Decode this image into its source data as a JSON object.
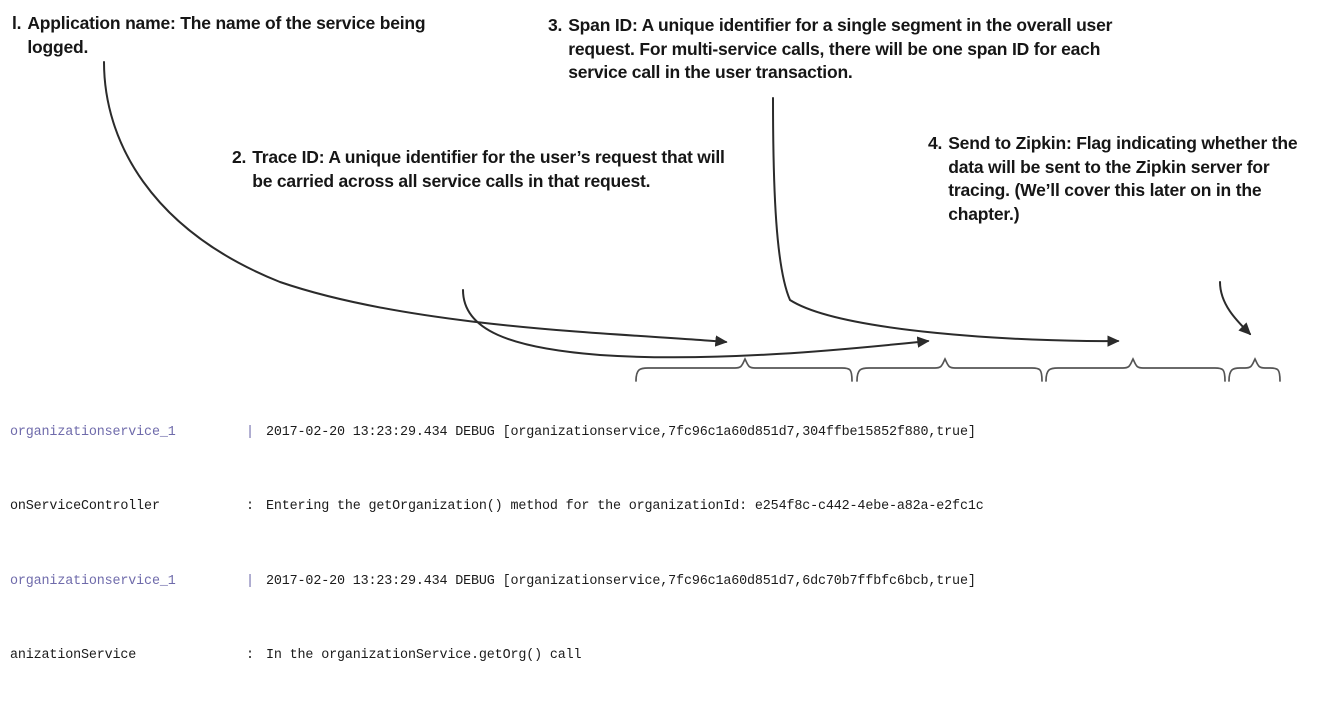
{
  "callouts": [
    {
      "id": 1,
      "number": "l.",
      "text": "Application name: The name of the service being logged."
    },
    {
      "id": 2,
      "number": "2.",
      "text": "Trace ID: A unique identifier for the user’s request that will be carried across all service calls in that request."
    },
    {
      "id": 3,
      "number": "3.",
      "text": "Span ID: A unique identifier for a single segment in the overall user request. For multi-service calls, there will be one span ID for each service call in the user transaction."
    },
    {
      "id": 4,
      "number": "4.",
      "text": "Send to Zipkin: Flag indicating whether the data will be sent to the Zipkin server for tracing. (We’ll cover this later on in the chapter.)"
    }
  ],
  "braces": [
    {
      "name": "application-name-brace",
      "label": "organizationservice"
    },
    {
      "name": "trace-id-brace",
      "label": "7fc96c1a60d851d7"
    },
    {
      "name": "span-id-brace",
      "label": "304ffbe15852f880"
    },
    {
      "name": "send-to-zipkin-brace",
      "label": "true"
    }
  ],
  "log": {
    "rows": [
      {
        "service": "organizationservice_1",
        "service_color": "purple",
        "separator": "|",
        "separator_color": "purple",
        "message": "2017-02-20 13:23:29.434 DEBUG [organizationservice,7fc96c1a60d851d7,304ffbe15852f880,true]"
      },
      {
        "service": "onServiceController",
        "service_color": "black",
        "separator": ":",
        "separator_color": "black",
        "message": "Entering the getOrganization() method for the organizationId: e254f8c-c442-4ebe-a82a-e2fc1c"
      },
      {
        "service": "organizationservice_1",
        "service_color": "purple",
        "separator": "|",
        "separator_color": "purple",
        "message": "2017-02-20 13:23:29.434 DEBUG [organizationservice,7fc96c1a60d851d7,6dc70b7ffbfc6bcb,true]"
      },
      {
        "service": "anizationService",
        "service_color": "black",
        "separator": ":",
        "separator_color": "black",
        "message": "In the organizationService.getOrg() call"
      }
    ]
  },
  "colors": {
    "log_purple": "#6f6bab",
    "log_black": "#1b1b1b",
    "text": "#161616",
    "stroke": "#2b2b2b",
    "background": "#ffffff"
  }
}
